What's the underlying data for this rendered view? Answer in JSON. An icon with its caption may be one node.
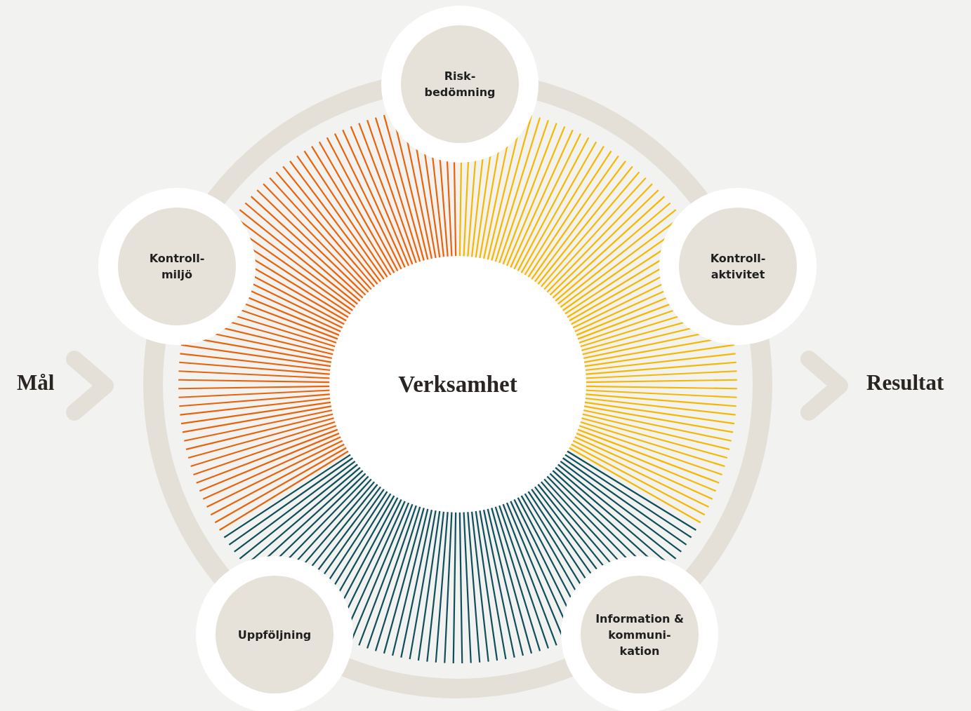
{
  "diagram": {
    "nodes": [
      {
        "text": [
          "Risk- bedömning"
        ]
      },
      {
        "text": [
          "Kontroll- miljö"
        ]
      },
      {
        "text": [
          "Kontroll- aktivitet"
        ]
      },
      {
        "text": [
          "Verksamhet"
        ]
      },
      {
        "text": [
          "Uppföljning"
        ]
      },
      {
        "text": [
          "Information & kommuni- kation"
        ]
      }
    ],
    "labels": [
      "Mål",
      "Resultat"
    ]
  }
}
